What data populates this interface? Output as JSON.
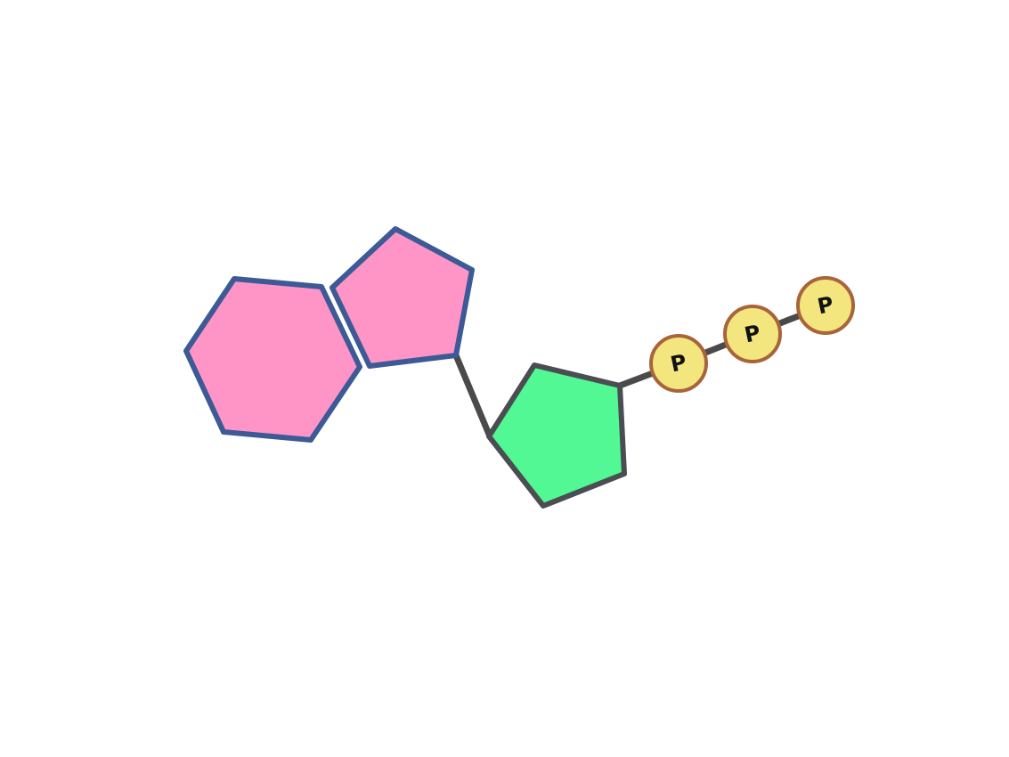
{
  "molecule": {
    "base": {
      "six_ring_fill": "#ff94c6",
      "five_ring_fill": "#ff94c6",
      "outline": "#3c5a96"
    },
    "sugar": {
      "fill": "#52f893",
      "outline": "#4a4d52"
    },
    "bond_color": "#4a4a4a",
    "phosphates": [
      {
        "label": "P"
      },
      {
        "label": "P"
      },
      {
        "label": "P"
      }
    ],
    "phosphate_fill": "#f4e67e",
    "phosphate_outline": "#a8643a"
  }
}
